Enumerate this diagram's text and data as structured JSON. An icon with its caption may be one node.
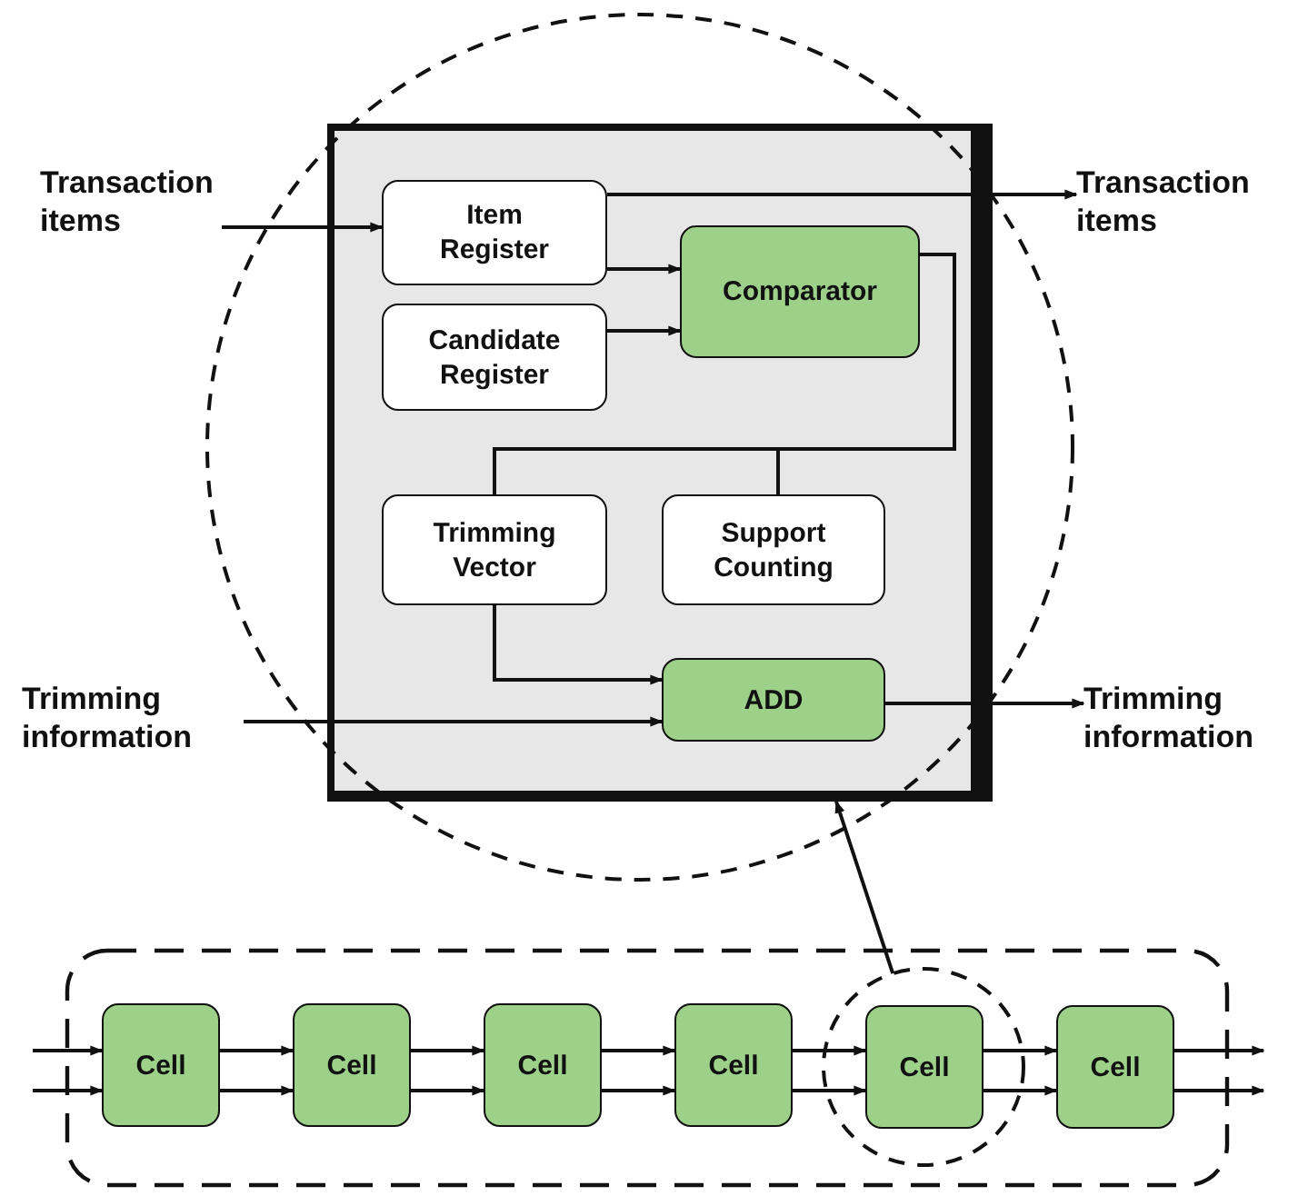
{
  "diagram": {
    "nodes": [
      {
        "text": [],
        "shape": "box"
      },
      {
        "text": [
          "Transaction items"
        ]
      },
      {
        "text": [
          "Item Register"
        ],
        "in": 0
      },
      {
        "text": [
          "Candidate Register"
        ],
        "in": 0
      },
      {
        "text": [
          "Comparator"
        ],
        "in": 0
      },
      {
        "text": [
          "Trimming Vector"
        ],
        "in": 0
      },
      {
        "text": [
          "Support Counting"
        ],
        "in": 0
      },
      {
        "text": [
          "ADD"
        ],
        "in": 0
      },
      {
        "text": [
          "Transaction items"
        ]
      },
      {
        "text": [
          "Trimming information"
        ]
      },
      {
        "text": [
          "Trimming information"
        ]
      },
      {
        "text": [],
        "shape": "box"
      },
      {
        "text": [],
        "shape": "circle",
        "in": 11
      },
      {
        "text": [
          "Cell"
        ],
        "in": 11
      },
      {
        "text": [
          "Cell"
        ],
        "in": 11
      },
      {
        "text": [
          "Cell"
        ],
        "in": 11
      },
      {
        "text": [
          "Cell"
        ],
        "in": 11
      },
      {
        "text": [
          "Cell"
        ],
        "in": 12
      },
      {
        "text": [
          "Cell"
        ],
        "in": 11
      }
    ],
    "edges": [
      {
        "from": 1,
        "to": 2,
        "arrow": "to"
      },
      {
        "from": 2,
        "to": 8,
        "arrow": "to"
      },
      {
        "from": 2,
        "to": 4,
        "arrow": "to"
      },
      {
        "from": 3,
        "to": 4,
        "arrow": "to"
      },
      {
        "from": 4,
        "to": 5,
        "arrow": "none"
      },
      {
        "from": 4,
        "to": 6,
        "arrow": "none"
      },
      {
        "from": 5,
        "to": 7,
        "arrow": "to"
      },
      {
        "from": 9,
        "to": 7,
        "arrow": "to"
      },
      {
        "from": 7,
        "to": 10,
        "arrow": "to"
      },
      {
        "from": 12,
        "to": 0,
        "arrow": "to"
      },
      {
        "from": null,
        "to": 13,
        "arrow": "to"
      },
      {
        "from": null,
        "to": 13,
        "arrow": "to"
      },
      {
        "from": 13,
        "to": 14,
        "arrow": "to"
      },
      {
        "from": 13,
        "to": 14,
        "arrow": "to"
      },
      {
        "from": 14,
        "to": 15,
        "arrow": "to"
      },
      {
        "from": 14,
        "to": 15,
        "arrow": "to"
      },
      {
        "from": 15,
        "to": 16,
        "arrow": "to"
      },
      {
        "from": 15,
        "to": 16,
        "arrow": "to"
      },
      {
        "from": 16,
        "to": 17,
        "arrow": "to"
      },
      {
        "from": 16,
        "to": 17,
        "arrow": "to"
      },
      {
        "from": 17,
        "to": 18,
        "arrow": "to"
      },
      {
        "from": 17,
        "to": 18,
        "arrow": "to"
      },
      {
        "from": 18,
        "to": null,
        "arrow": "to"
      },
      {
        "from": 18,
        "to": null,
        "arrow": "to"
      }
    ]
  }
}
